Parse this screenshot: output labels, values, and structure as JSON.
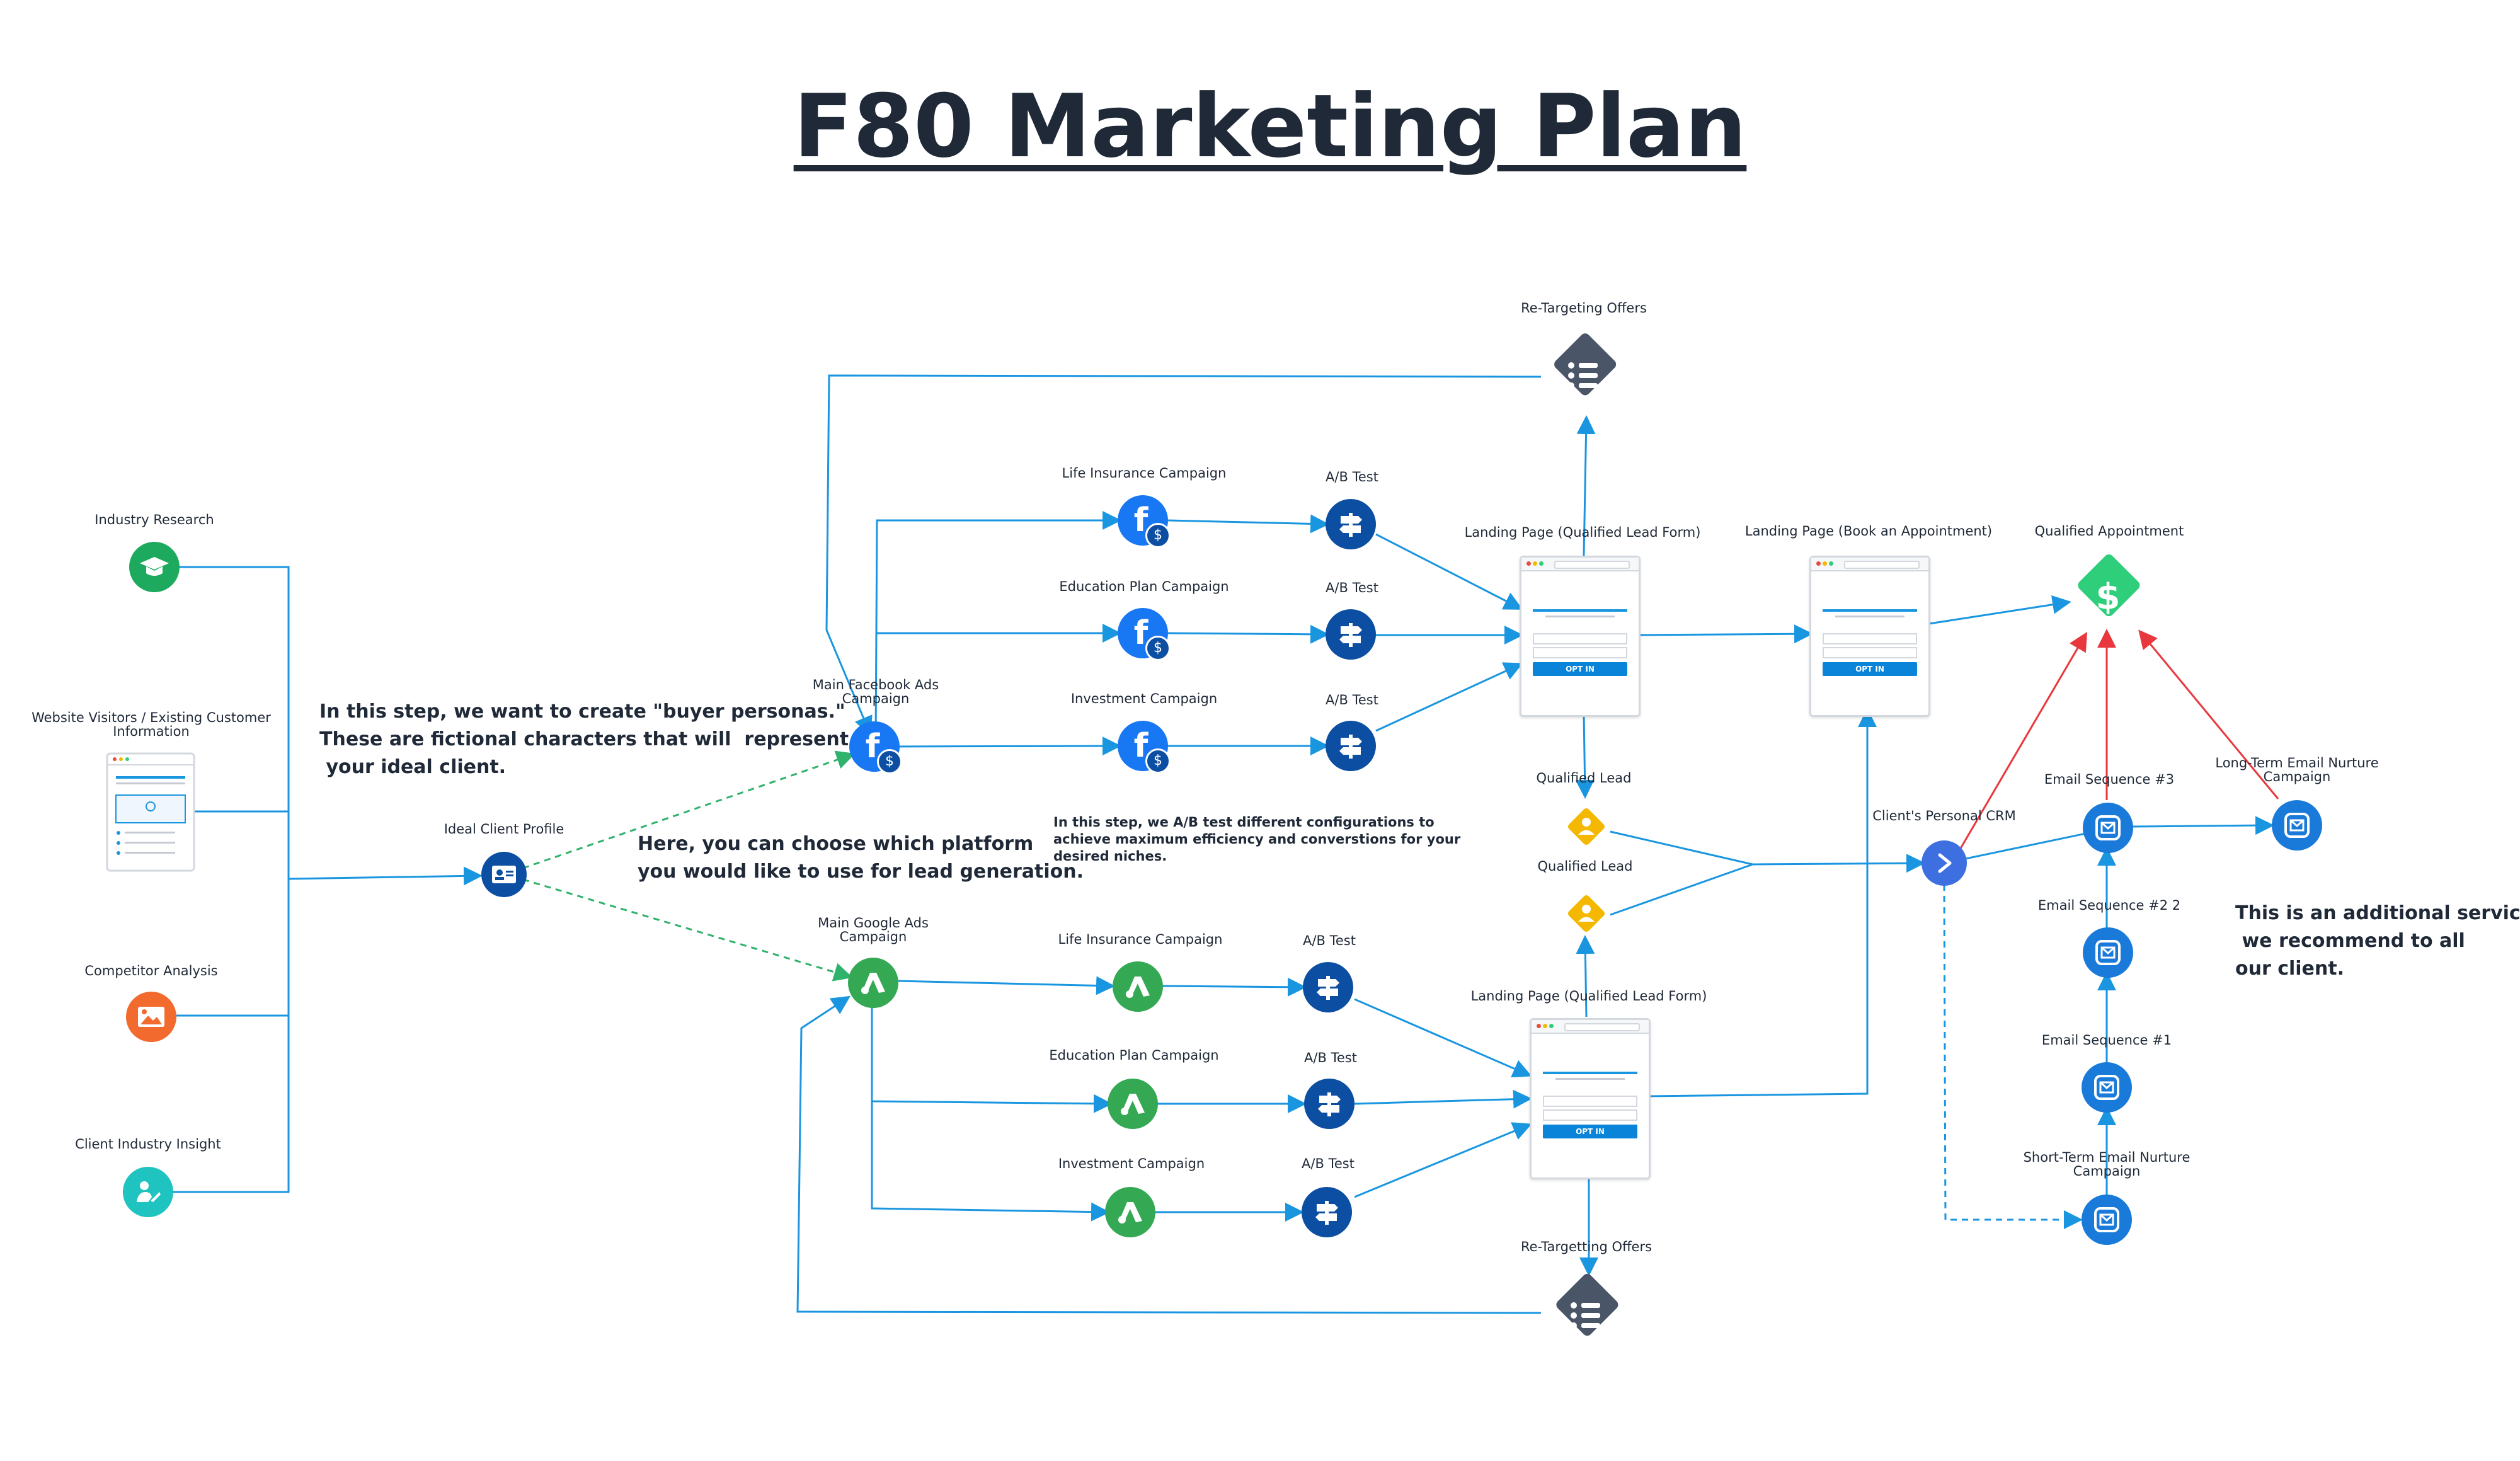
{
  "title": "F80 Marketing Plan",
  "notes": {
    "personas": "In this step, we want to create \"buyer personas.\"\nThese are fictional characters that will  represent\n your ideal client.",
    "platform": "Here, you can choose which platform\nyou would like to use for lead generation.",
    "ab_test": "In this step, we A/B test different configurations to\nachieve maximum efficiency and converstions for your\ndesired niches.",
    "additional": "This is an additional service\n we recommend to all\nour client."
  },
  "research": {
    "industry_research": "Industry Research",
    "website_visitors": "Website Visitors / Existing Customer\nInformation",
    "competitor_analysis": "Competitor Analysis",
    "client_industry_insight": "Client Industry Insight",
    "ideal_client_profile": "Ideal Client Profile"
  },
  "facebook": {
    "main": "Main Facebook Ads\nCampaign",
    "campaigns": [
      "Life Insurance Campaign",
      "Education Plan Campaign",
      "Investment Campaign"
    ],
    "ab_tests": [
      "A/B Test",
      "A/B Test",
      "A/B Test"
    ],
    "landing": "Landing Page (Qualified Lead Form)",
    "retargeting": "Re-Targeting Offers",
    "qualified_lead": "Qualified Lead",
    "optin": "OPT IN"
  },
  "google": {
    "main": "Main Google Ads\nCampaign",
    "campaigns": [
      "Life Insurance Campaign",
      "Education Plan Campaign",
      "Investment Campaign"
    ],
    "ab_tests": [
      "A/B Test",
      "A/B Test",
      "A/B Test"
    ],
    "landing": "Landing Page (Qualified Lead Form)",
    "retargeting": "Re-Targetting Offers",
    "qualified_lead": "Qualified Lead",
    "optin": "OPT IN"
  },
  "booking": {
    "landing": "Landing Page (Book an Appointment)",
    "optin": "OPT IN",
    "qualified_appointment": "Qualified Appointment",
    "crm": "Client's Personal CRM"
  },
  "email": {
    "seq3": "Email Sequence #3",
    "seq2": "Email Sequence #2 2",
    "seq1": "Email Sequence #1",
    "short_term": "Short-Term Email Nurture\nCampaign",
    "long_term": "Long-Term Email Nurture\nCampaign"
  },
  "colors": {
    "connector": "#1a96e0",
    "dashed_green": "#2fb26b",
    "red_arrow": "#e8383d",
    "facebook_blue": "#1877f2",
    "ab_navy": "#0b4ea2",
    "google_green": "#34a853",
    "qualified_yellow": "#f5b800",
    "retarget_slate": "#4a5568",
    "appointment_green": "#2fce7a",
    "email_blue": "#1a7ad9",
    "crm_blue": "#3d6fe0"
  }
}
